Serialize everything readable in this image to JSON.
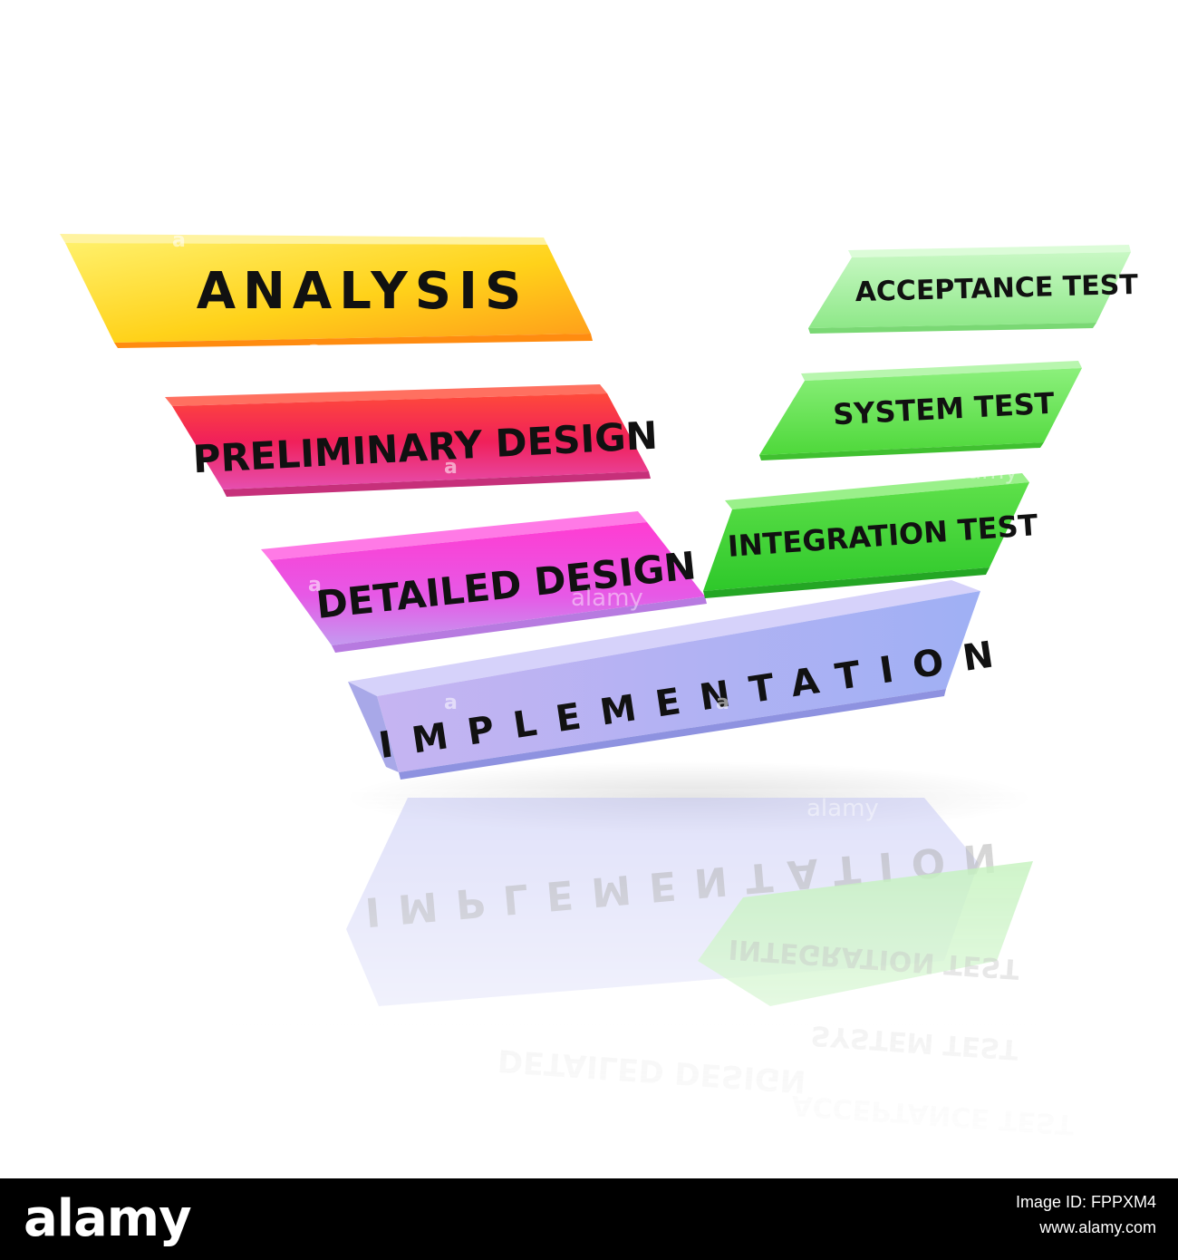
{
  "stages": [
    {
      "id": "analysis",
      "label": "ANALYSIS",
      "color": "#ffd21a"
    },
    {
      "id": "preliminary-design",
      "label": "PRELIMINARY DESIGN",
      "color": "#f0285a"
    },
    {
      "id": "detailed-design",
      "label": "DETAILED DESIGN",
      "color": "#e64fe0"
    },
    {
      "id": "implementation",
      "label": "IMPLEMENTATION",
      "color": "#b3b6f2"
    },
    {
      "id": "integration-test",
      "label": "INTEGRATION TEST",
      "color": "#4ed83a"
    },
    {
      "id": "system-test",
      "label": "SYSTEM TEST",
      "color": "#6ee860"
    },
    {
      "id": "acceptance-test",
      "label": "ACCEPTANCE TEST",
      "color": "#a8f2a6"
    }
  ],
  "watermark": {
    "mark": "a",
    "word": "alamy"
  },
  "footer": {
    "logo": "alamy",
    "line1": "Image ID: FPPXM4",
    "line2": "www.alamy.com"
  }
}
